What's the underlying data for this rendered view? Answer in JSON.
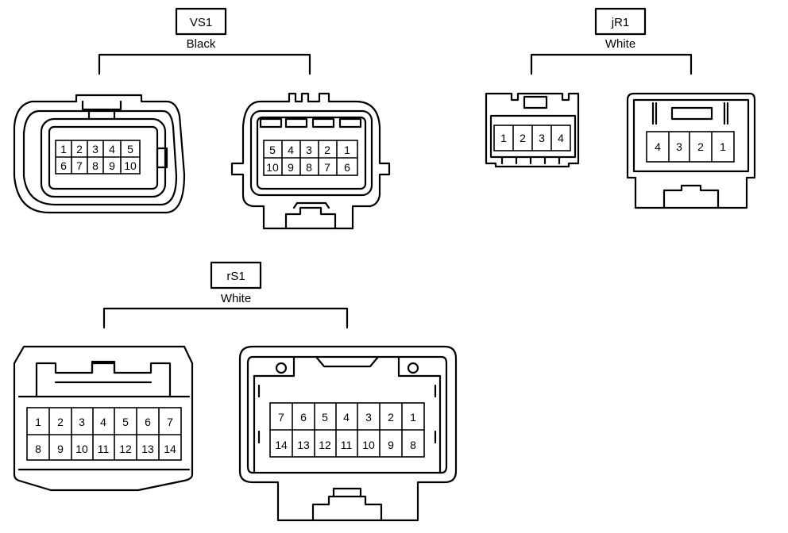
{
  "connectors": {
    "vs1": {
      "code": "VS1",
      "color": "Black",
      "left_pins": {
        "top": [
          "1",
          "2",
          "3",
          "4",
          "5"
        ],
        "bottom": [
          "6",
          "7",
          "8",
          "9",
          "10"
        ]
      },
      "right_pins": {
        "top": [
          "5",
          "4",
          "3",
          "2",
          "1"
        ],
        "bottom": [
          "10",
          "9",
          "8",
          "7",
          "6"
        ]
      }
    },
    "jr1": {
      "code": "jR1",
      "color": "White",
      "left_pins": [
        "1",
        "2",
        "3",
        "4"
      ],
      "right_pins": [
        "4",
        "3",
        "2",
        "1"
      ]
    },
    "rs1": {
      "code": "rS1",
      "color": "White",
      "left_pins": {
        "top": [
          "1",
          "2",
          "3",
          "4",
          "5",
          "6",
          "7"
        ],
        "bottom": [
          "8",
          "9",
          "10",
          "11",
          "12",
          "13",
          "14"
        ]
      },
      "right_pins": {
        "top": [
          "7",
          "6",
          "5",
          "4",
          "3",
          "2",
          "1"
        ],
        "bottom": [
          "14",
          "13",
          "12",
          "11",
          "10",
          "9",
          "8"
        ]
      }
    }
  }
}
